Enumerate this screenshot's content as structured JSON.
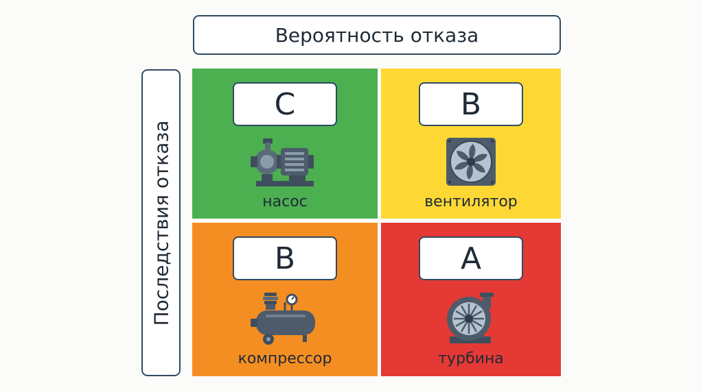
{
  "axes": {
    "top_title": "Вероятность отказа",
    "left_title": "Последствия отказа"
  },
  "cells": [
    {
      "grade": "C",
      "item": "насос",
      "icon": "pump-icon",
      "color": "#4caf50"
    },
    {
      "grade": "B",
      "item": "вентилятор",
      "icon": "fan-icon",
      "color": "#fdd835"
    },
    {
      "grade": "B",
      "item": "компрессор",
      "icon": "compressor-icon",
      "color": "#f58e22"
    },
    {
      "grade": "A",
      "item": "турбина",
      "icon": "turbine-icon",
      "color": "#e53935"
    }
  ],
  "colors": {
    "outline": "#2f4a62",
    "icon": "#4d5b6a",
    "icon_light": "#8a9bab"
  }
}
